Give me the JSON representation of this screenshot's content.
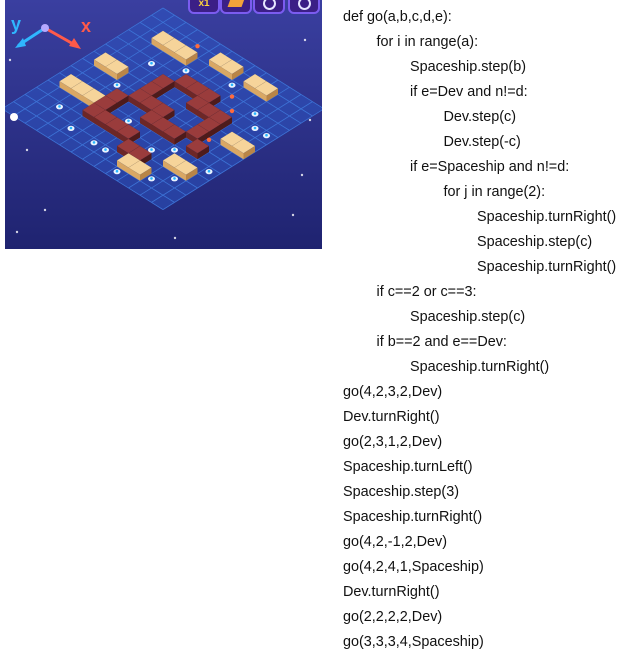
{
  "game": {
    "top_buttons": [
      {
        "name": "speed-button",
        "label": "x1"
      },
      {
        "name": "map-button",
        "label": ""
      },
      {
        "name": "zoom-in-button",
        "label": ""
      },
      {
        "name": "zoom-out-button",
        "label": ""
      }
    ],
    "axis": {
      "y_label": "y",
      "x_label": "x",
      "y_color": "#2fb6ff",
      "x_color": "#ff5a4a"
    },
    "colors": {
      "space": "#2a2f86",
      "grid": "#3d73d6",
      "crate_light": "#f2c889",
      "crate_dark": "#7a2f2f"
    }
  },
  "code": {
    "lines": [
      {
        "indent": 0,
        "text": "def go(a,b,c,d,e):"
      },
      {
        "indent": 1,
        "text": "for i in range(a):"
      },
      {
        "indent": 2,
        "text": "Spaceship.step(b)"
      },
      {
        "indent": 2,
        "text": "if e=Dev and n!=d:"
      },
      {
        "indent": 3,
        "text": "Dev.step(c)"
      },
      {
        "indent": 3,
        "text": "Dev.step(-c)"
      },
      {
        "indent": 2,
        "text": "if e=Spaceship and n!=d:"
      },
      {
        "indent": 3,
        "text": "for j in range(2):"
      },
      {
        "indent": 4,
        "text": "Spaceship.turnRight()"
      },
      {
        "indent": 4,
        "text": "Spaceship.step(c)"
      },
      {
        "indent": 4,
        "text": "Spaceship.turnRight()"
      },
      {
        "indent": 1,
        "text": "if c==2 or c==3:"
      },
      {
        "indent": 2,
        "text": "Spaceship.step(c)"
      },
      {
        "indent": 1,
        "text": "if b==2 and e==Dev:"
      },
      {
        "indent": 2,
        "text": "Spaceship.turnRight()"
      },
      {
        "indent": 0,
        "text": "go(4,2,3,2,Dev)"
      },
      {
        "indent": 0,
        "text": "Dev.turnRight()"
      },
      {
        "indent": 0,
        "text": "go(2,3,1,2,Dev)"
      },
      {
        "indent": 0,
        "text": "Spaceship.turnLeft()"
      },
      {
        "indent": 0,
        "text": "Spaceship.step(3)"
      },
      {
        "indent": 0,
        "text": "Spaceship.turnRight()"
      },
      {
        "indent": 0,
        "text": "go(4,2,-1,2,Dev)"
      },
      {
        "indent": 0,
        "text": "go(4,2,4,1,Spaceship)"
      },
      {
        "indent": 0,
        "text": "Dev.turnRight()"
      },
      {
        "indent": 0,
        "text": "go(2,2,2,2,Dev)"
      },
      {
        "indent": 0,
        "text": "go(3,3,3,4,Spaceship)"
      }
    ]
  }
}
